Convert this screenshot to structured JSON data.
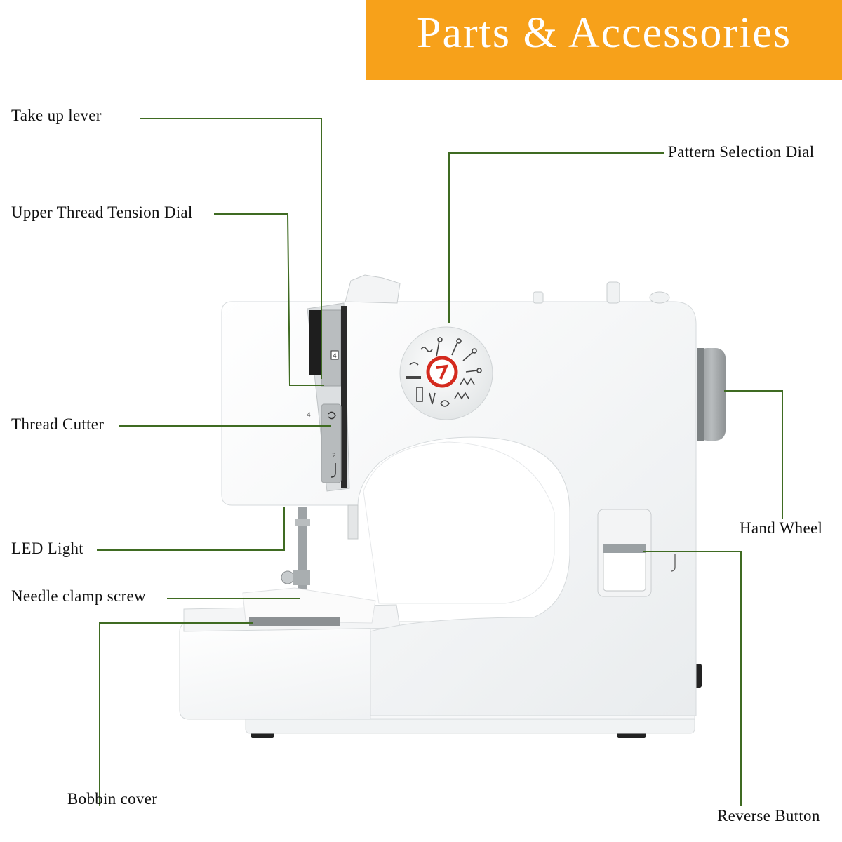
{
  "header": {
    "title": "Parts & Accessories"
  },
  "labels": {
    "take_up_lever": "Take up lever",
    "upper_thread_tension_dial": "Upper Thread Tension Dial",
    "thread_cutter": "Thread Cutter",
    "led_light": "LED Light",
    "needle_clamp_screw": "Needle clamp screw",
    "bobbin_cover": "Bobbin cover",
    "pattern_selection_dial": "Pattern Selection Dial",
    "hand_wheel": "Hand Wheel",
    "reverse_button": "Reverse Button"
  },
  "machine_markings": {
    "dial_number": "4",
    "thread_guide_1": "4",
    "thread_guide_2": "2"
  },
  "colors": {
    "banner": "#f7a11a",
    "leader_line": "#3f6b22",
    "dial_accent": "#d42a1e",
    "hand_wheel": "#a9aeb0"
  }
}
